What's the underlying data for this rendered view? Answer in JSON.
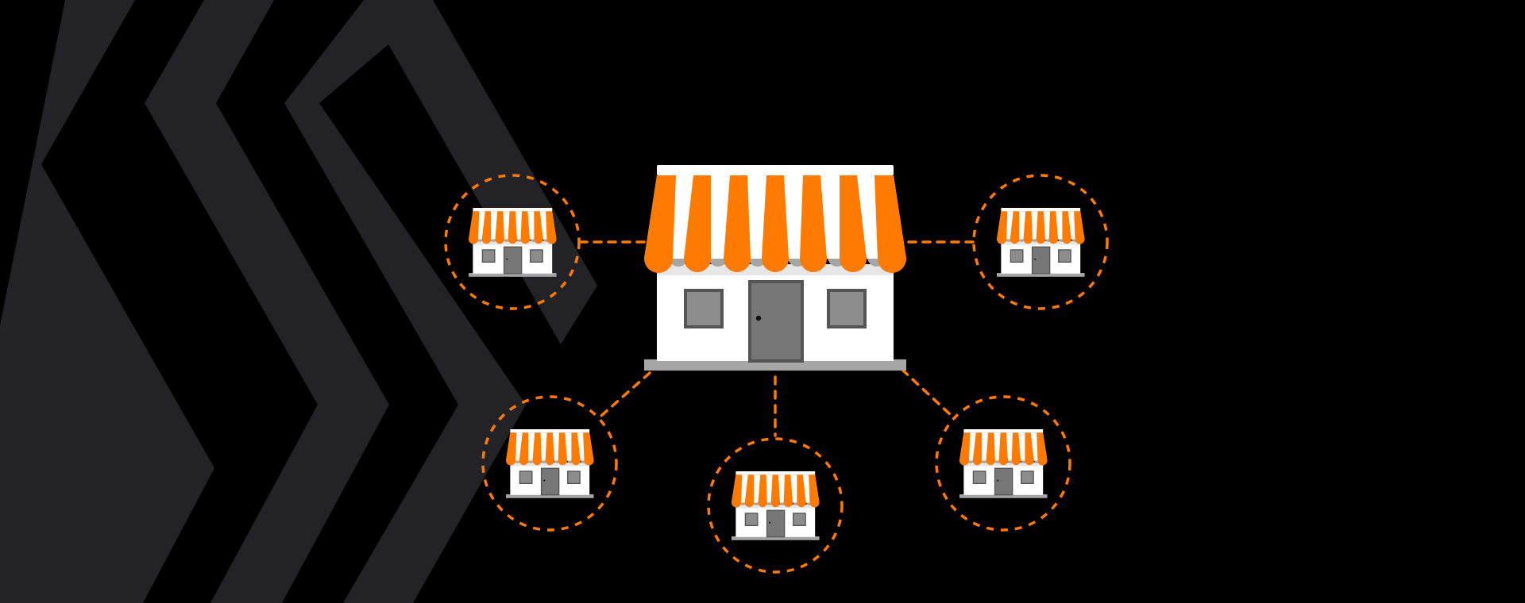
{
  "colors": {
    "background": "#000000",
    "chevron": "#232327",
    "accent": "#ff7a00",
    "connector": "#ff7a00",
    "awning_white": "#ffffff",
    "awning_shadow": "#a6a6a6",
    "wall": "#ffffff",
    "window_frame": "#555555",
    "window_glass": "#8c8c8c",
    "door": "#777777",
    "door_frame": "#555555",
    "base": "#a6a6a6"
  },
  "diagram": {
    "hub": {
      "icon": "storefront-icon"
    },
    "branches": [
      {
        "icon": "storefront-icon",
        "position": "top-left"
      },
      {
        "icon": "storefront-icon",
        "position": "top-right"
      },
      {
        "icon": "storefront-icon",
        "position": "bottom-left"
      },
      {
        "icon": "storefront-icon",
        "position": "bottom-center"
      },
      {
        "icon": "storefront-icon",
        "position": "bottom-right"
      }
    ],
    "connector_style": "dashed"
  }
}
